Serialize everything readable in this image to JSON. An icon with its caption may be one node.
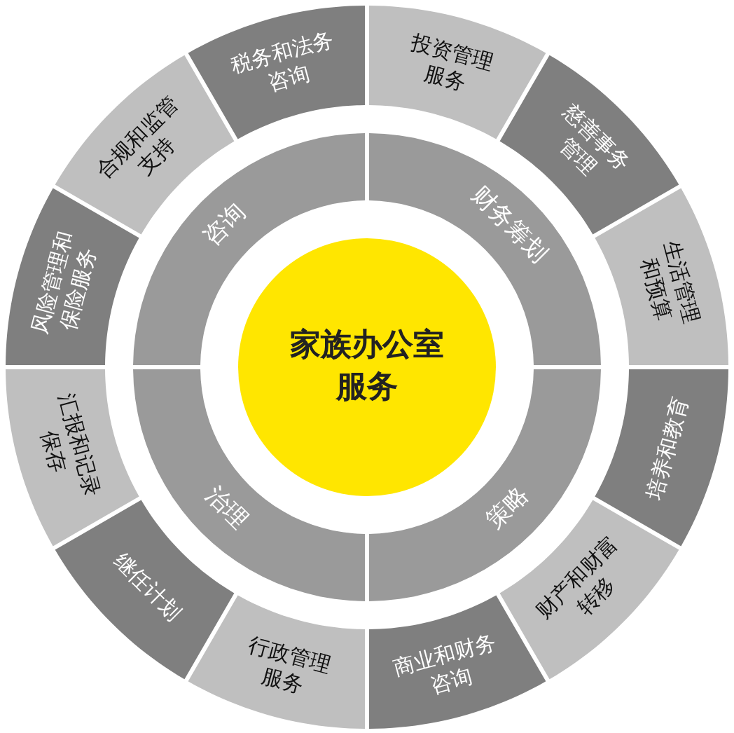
{
  "diagram": {
    "nodes": [
      {
        "text": [
          "家族办公室服务"
        ]
      },
      {
        "text": [
          "咨询"
        ]
      },
      {
        "text": [
          "财务筹划"
        ]
      },
      {
        "text": [
          "策略"
        ]
      },
      {
        "text": [
          "治理"
        ]
      },
      {
        "text": [
          "投资管理服务"
        ]
      },
      {
        "text": [
          "慈善事务管理"
        ]
      },
      {
        "text": [
          "生活管理和预算"
        ]
      },
      {
        "text": [
          "培养和教育"
        ]
      },
      {
        "text": [
          "财产和财富转移"
        ]
      },
      {
        "text": [
          "商业和财务咨询"
        ]
      },
      {
        "text": [
          "行政管理服务"
        ]
      },
      {
        "text": [
          "继任计划"
        ]
      },
      {
        "text": [
          "汇报和记录保存"
        ]
      },
      {
        "text": [
          "风险管理和保险服务"
        ]
      },
      {
        "text": [
          "合规和监管支持"
        ]
      },
      {
        "text": [
          "税务和法务咨询"
        ]
      }
    ]
  }
}
